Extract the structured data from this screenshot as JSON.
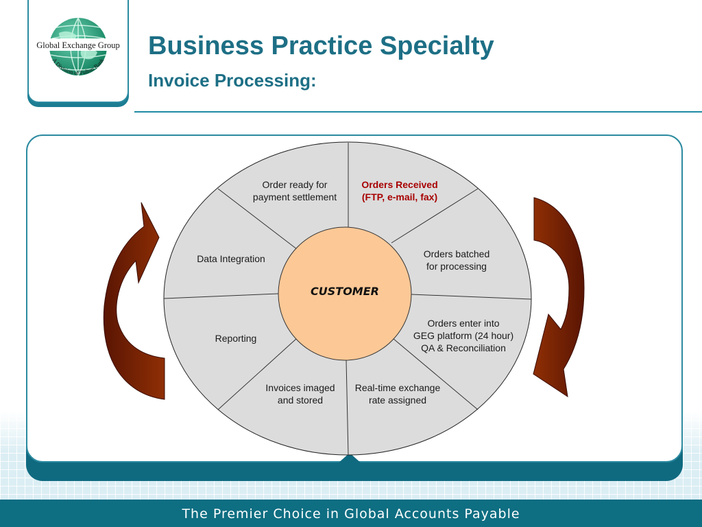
{
  "slide": {
    "title": "Business Practice Specialty",
    "subtitle": "Invoice Processing:",
    "footer": "The Premier Choice in Global Accounts Payable"
  },
  "logo": {
    "company": "Global Exchange Group",
    "division": "A Division of Fulton Bank"
  },
  "diagram": {
    "center_label": "CUSTOMER",
    "segments": [
      {
        "lines": [
          "Orders Received",
          "(FTP, e-mail, fax)"
        ],
        "highlight": true
      },
      {
        "lines": [
          "Orders batched",
          "for processing"
        ],
        "highlight": false
      },
      {
        "lines": [
          "Orders enter into",
          "GEG platform (24 hour)",
          "QA & Reconciliation"
        ],
        "highlight": false
      },
      {
        "lines": [
          "Real-time exchange",
          "rate assigned"
        ],
        "highlight": false
      },
      {
        "lines": [
          "Invoices imaged",
          "and stored"
        ],
        "highlight": false
      },
      {
        "lines": [
          "Reporting"
        ],
        "highlight": false
      },
      {
        "lines": [
          "Data Integration"
        ],
        "highlight": false
      },
      {
        "lines": [
          "Order ready for",
          "payment settlement"
        ],
        "highlight": false
      }
    ],
    "colors": {
      "wheel_fill": "#dcdcdc",
      "center_fill": "#fcc896",
      "highlight_text": "#a80000",
      "arrow_fill": "#8f2f05"
    }
  },
  "colors": {
    "brand": "#1d6f85",
    "footer_bar": "#0e6e82"
  }
}
